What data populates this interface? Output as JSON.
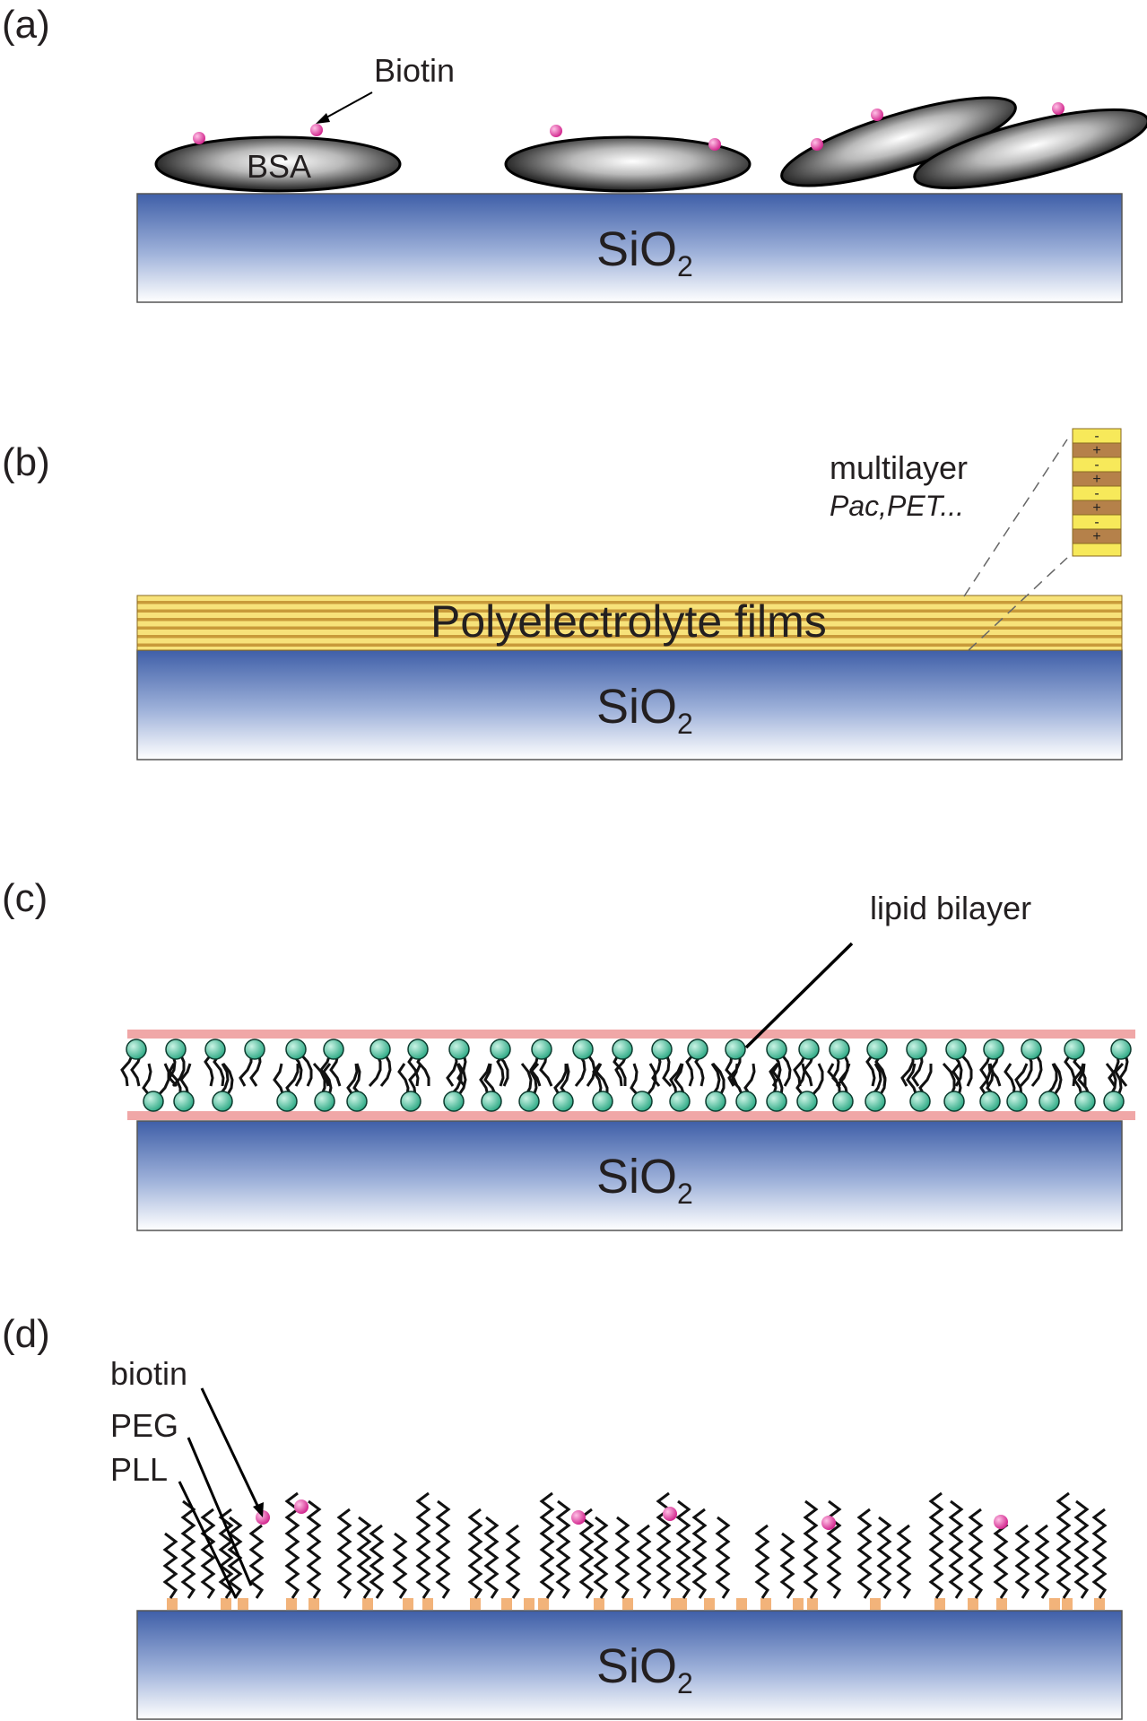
{
  "panels": {
    "a": {
      "label": "(a)",
      "biotin_label": "Biotin",
      "bsa_label": "BSA",
      "substrate": {
        "main": "SiO",
        "sub": "2"
      }
    },
    "b": {
      "label": "(b)",
      "multilayer_label": "multilayer",
      "multilayer_examples": "Pac,PET...",
      "film_label": "Polyelectrolyte films",
      "charges": [
        "-",
        "+",
        "-",
        "+",
        "-",
        "+",
        "-",
        "+"
      ],
      "substrate": {
        "main": "SiO",
        "sub": "2"
      }
    },
    "c": {
      "label": "(c)",
      "bilayer_label": "lipid bilayer",
      "substrate": {
        "main": "SiO",
        "sub": "2"
      }
    },
    "d": {
      "label": "(d)",
      "biotin_label": "biotin",
      "peg_label": "PEG",
      "pll_label": "PLL",
      "substrate": {
        "main": "SiO",
        "sub": "2"
      }
    }
  },
  "colors": {
    "substrate_top": "#3f5fa8",
    "substrate_bottom": "#ffffff",
    "biotin": "#e0339a",
    "lipid_head": "#3fbf9b",
    "bilayer_band": "#f0a7a7",
    "film_yellow": "#f7e27a",
    "film_stripe": "#c89a3a",
    "pll_anchor": "#f2b37a"
  }
}
